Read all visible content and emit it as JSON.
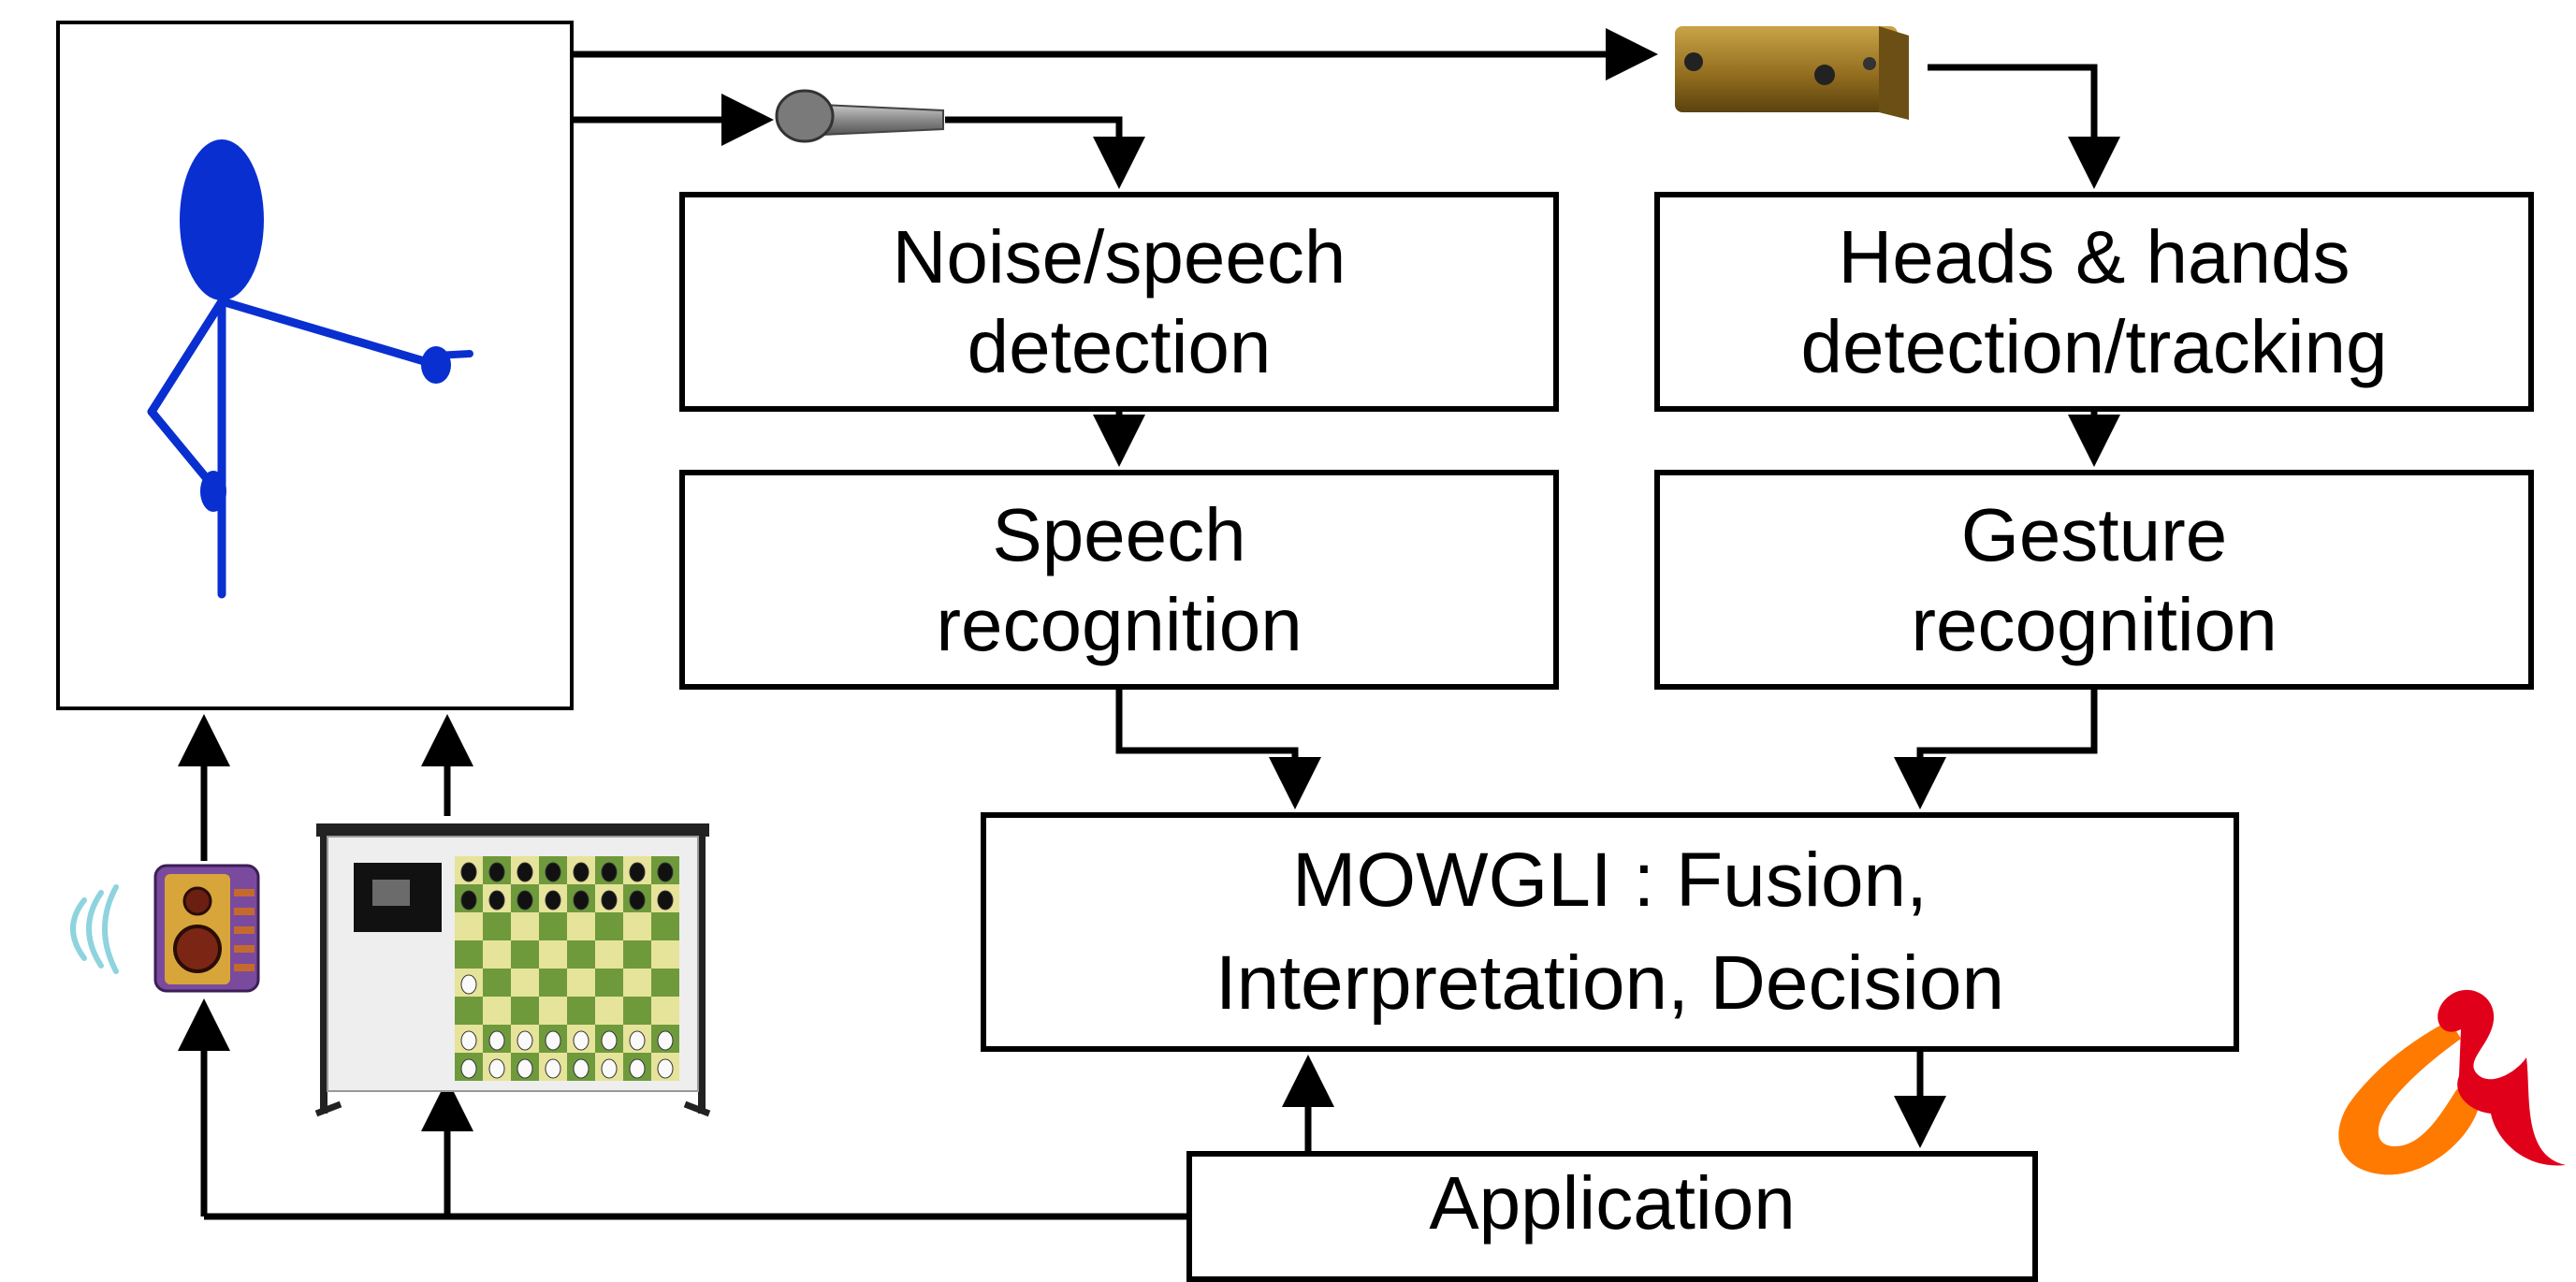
{
  "diagram": {
    "nodes": {
      "noise_speech_detection": {
        "lines": [
          "Noise/speech",
          "detection"
        ]
      },
      "heads_hands_tracking": {
        "lines": [
          "Heads & hands",
          "detection/tracking"
        ]
      },
      "speech_recognition": {
        "lines": [
          "Speech",
          "recognition"
        ]
      },
      "gesture_recognition": {
        "lines": [
          "Gesture",
          "recognition"
        ]
      },
      "fusion": {
        "lines": [
          "MOWGLI : Fusion,",
          "Interpretation, Decision"
        ]
      },
      "application": {
        "lines": [
          "Application"
        ]
      }
    },
    "icons": {
      "user": "stick-figure-pointing-icon",
      "microphone": "microphone-icon",
      "camera": "stereo-camera-icon",
      "speaker": "loudspeaker-icon",
      "screen": "chess-board-screen-icon",
      "logo": "ampersand-logo-icon"
    },
    "colors": {
      "figure": "#0a2fd0",
      "logo_red": "#e1001a",
      "logo_orange": "#ff7a00",
      "sound_waves": "#8fd3df"
    }
  }
}
